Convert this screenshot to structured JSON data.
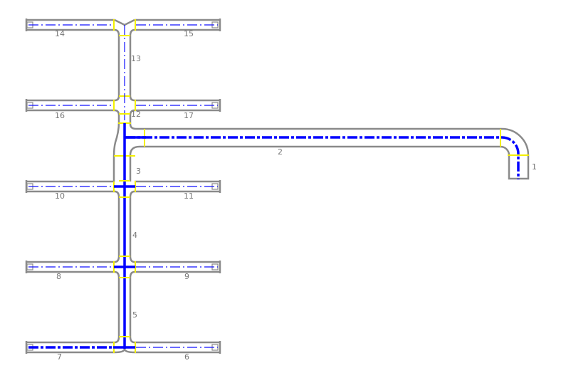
{
  "diagram": {
    "segment_labels": [
      "1",
      "2",
      "3",
      "4",
      "5",
      "6",
      "7",
      "8",
      "9",
      "10",
      "11",
      "12",
      "13",
      "14",
      "15",
      "16",
      "17"
    ],
    "colors": {
      "duct": "#8a8a8a",
      "centerline": "#0000ff",
      "fitting": "#f4f000",
      "label": "#777777"
    }
  }
}
